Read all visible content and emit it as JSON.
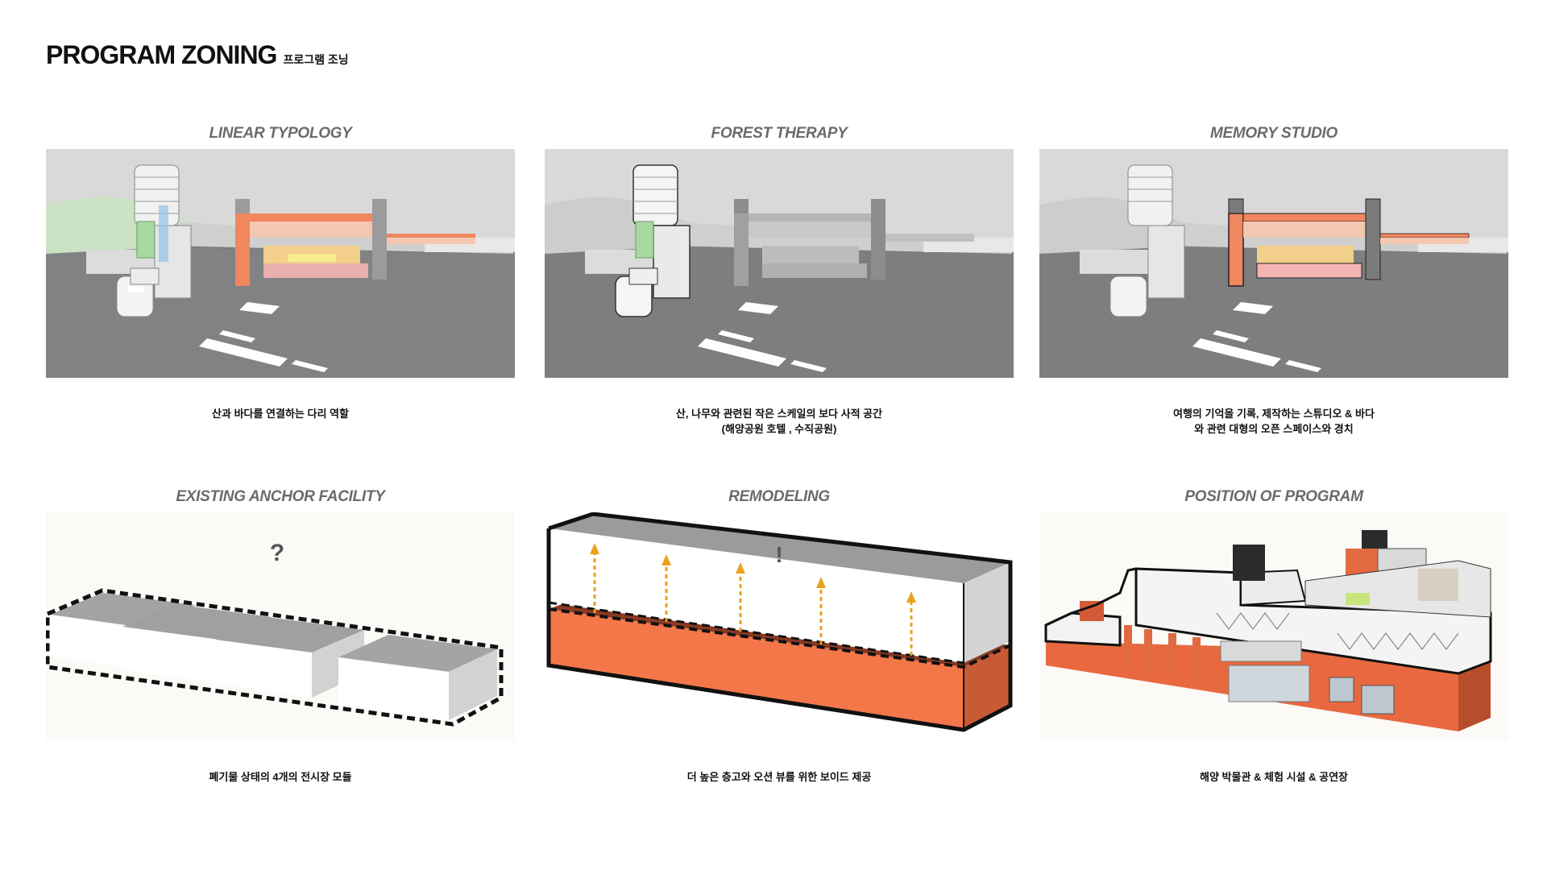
{
  "header": {
    "title": "PROGRAM ZONING",
    "subtitle": "프로그램 조닝"
  },
  "panels": [
    {
      "title": "LINEAR TYPOLOGY",
      "caption": [
        "산과 바다를 연결하는 다리 역할"
      ],
      "highlight": "tower-green"
    },
    {
      "title": "FOREST THERAPY",
      "caption": [
        "산, 나무와 관련된 작은 스케일의 보다 사적 공간",
        "(해양공원 호텔 , 수직공원)"
      ],
      "highlight": "tower-outline"
    },
    {
      "title": "MEMORY STUDIO",
      "caption": [
        "여행의 기억을 기록, 제작하는 스튜디오 & 바다",
        "와 관련 대형의 오픈 스페이스와 경치"
      ],
      "highlight": "main-outline"
    },
    {
      "title": "EXISTING ANCHOR FACILITY",
      "caption": [
        "폐기물 상태의 4개의 전시장 모듈"
      ],
      "symbol": "?"
    },
    {
      "title": "REMODELING",
      "caption": [
        "더 높은 층고와 오션 뷰를 위한 보이드 제공"
      ],
      "symbol": "!"
    },
    {
      "title": "POSITION OF PROGRAM",
      "caption": [
        "해양 박물관 & 체험 시설 & 공연장"
      ]
    }
  ],
  "colors": {
    "orange": "#f0714a",
    "dark_orange": "#a8462c",
    "arrow": "#e8a31b",
    "green": "#9fd29a"
  }
}
